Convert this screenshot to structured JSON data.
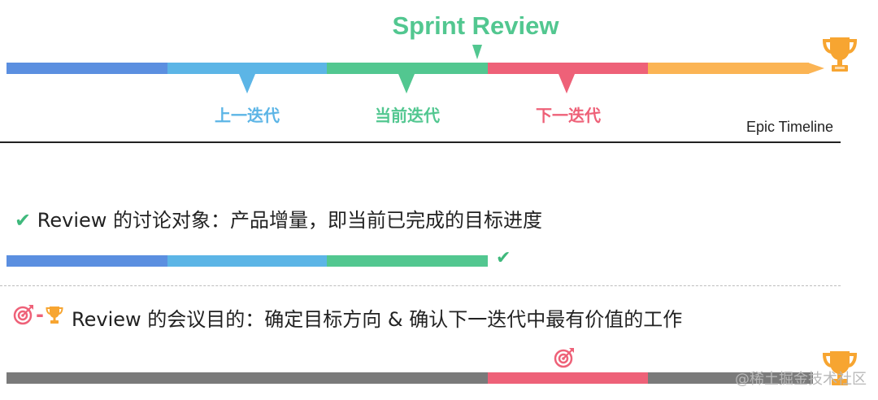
{
  "title": "Sprint Review",
  "colors": {
    "blue_dark": "#5b8fe0",
    "blue_light": "#5cb5e6",
    "green": "#52c790",
    "red": "#ee6178",
    "orange": "#fbb454",
    "gray": "#7a7a7a",
    "title_green": "#52c790",
    "trophy": "#f7a531"
  },
  "iterations": [
    {
      "label": "上一迭代",
      "color": "#5cb5e6"
    },
    {
      "label": "当前迭代",
      "color": "#52c790"
    },
    {
      "label": "下一迭代",
      "color": "#ee6178"
    }
  ],
  "epic_label": "Epic Timeline",
  "review_object": {
    "check_glyph": "✔",
    "text": "Review 的讨论对象：产品增量，即当前已完成的目标进度"
  },
  "review_goal": {
    "dash": "-",
    "text": "Review 的会议目的：确定目标方向 & 确认下一迭代中最有价值的工作"
  },
  "progress_check_glyph": "✔",
  "icons": [
    "trophy-icon",
    "target-icon"
  ],
  "watermark": "@稀土掘金技术社区"
}
